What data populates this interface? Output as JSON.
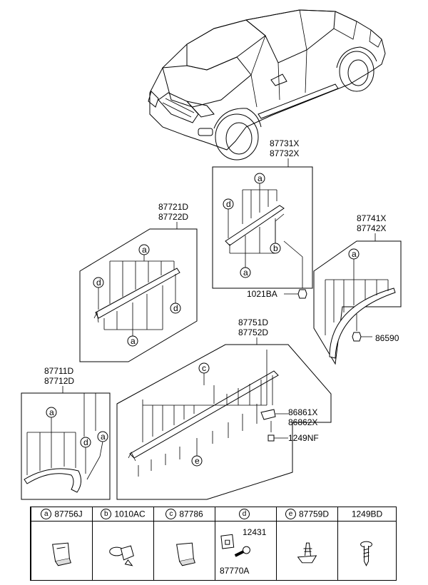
{
  "callouts": {
    "roof_front_pillar": [
      "87731X",
      "87732X"
    ],
    "front_door": [
      "87721D",
      "87722D"
    ],
    "rear_wheel_arch": [
      "87741X",
      "87742X"
    ],
    "side_sill": [
      "87751D",
      "87752D"
    ],
    "front_wheel_arch": [
      "87711D",
      "87712D"
    ],
    "nut_upper": "1021BA",
    "screw_rear": "86590",
    "bracket": [
      "86861X",
      "86862X"
    ],
    "bolt_sill": "1249NF"
  },
  "letters": {
    "a": "a",
    "b": "b",
    "c": "c",
    "d": "d",
    "e": "e"
  },
  "legend": [
    {
      "letter": "a",
      "part": "87756J",
      "icon": "clip-icon"
    },
    {
      "letter": "b",
      "part": "1010AC",
      "icon": "push-clip-icon"
    },
    {
      "letter": "c",
      "part": "87786",
      "icon": "clip-icon"
    },
    {
      "letter": "d",
      "part": "",
      "icon": "clip-and-screw-icon",
      "sub_top": "12431",
      "sub_bottom": "87770A"
    },
    {
      "letter": "e",
      "part": "87759D",
      "icon": "rivet-clip-icon"
    },
    {
      "letter": "",
      "part": "1249BD",
      "icon": "screw-icon"
    }
  ]
}
